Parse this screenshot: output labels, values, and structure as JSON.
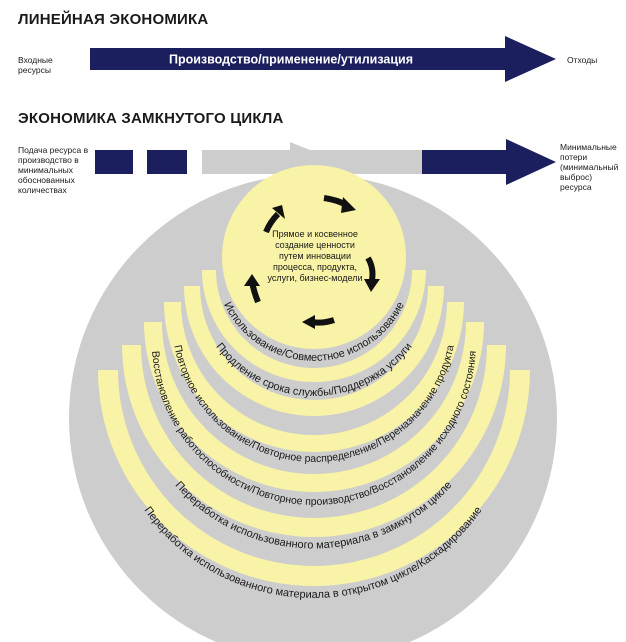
{
  "linear": {
    "title": "ЛИНЕЙНАЯ ЭКОНОМИКА",
    "input_label": "Входные ресурсы",
    "arrow_label": "Производство/применение/утилизация",
    "output_label": "Отходы"
  },
  "circular": {
    "title": "ЭКОНОМИКА ЗАМКНУТОГО ЦИКЛА",
    "input_label": "Подача ресурса в производство в минимальных обоснованных количествах",
    "output_label": "Минимальные потери (минимальный выброс) ресурса",
    "center_text": "Прямое и косвенное создание ценности путем инновации процесса, продукта, услуги, бизнес-модели",
    "loops": [
      "Использование/Совместное использование",
      "Продление срока службы/Поддержка услуги",
      "Повторное использование/Повторное распределение/Переназначение продукта",
      "Восстановление работоспособности/Повторное производство/Восстановление исходного состояния",
      "Переработка использованного материала в замкнутом цикле",
      "Переработка использованного материала в открытом цикле/Каскадирование"
    ]
  },
  "colors": {
    "navy": "#1c1f5e",
    "gray": "#cdcdcd",
    "yellow": "#f8f3a6",
    "white": "#ffffff",
    "text": "#1a1a1a"
  }
}
